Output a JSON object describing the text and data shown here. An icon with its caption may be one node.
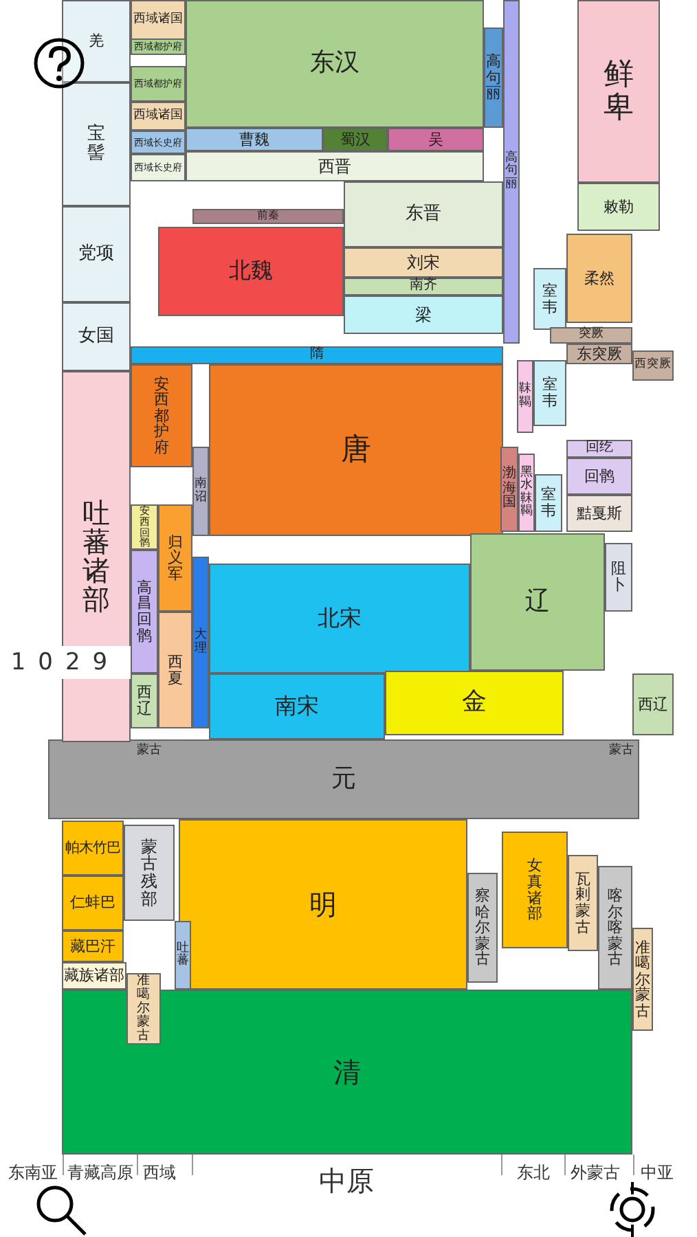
{
  "diagram": {
    "nodes": [
      {
        "text": [
          "羌"
        ]
      },
      {
        "text": [
          "宝髻"
        ]
      },
      {
        "text": [
          "党项"
        ]
      },
      {
        "text": [
          "女国"
        ]
      },
      {
        "text": [
          "西域诸国"
        ]
      },
      {
        "text": [
          "西域都护府"
        ]
      },
      {
        "text": [
          "西域都护府"
        ]
      },
      {
        "text": [
          "西域诸国"
        ]
      },
      {
        "text": [
          "西域长史府"
        ]
      },
      {
        "text": [
          "西域长史府"
        ]
      },
      {
        "text": [
          "东汉"
        ]
      },
      {
        "text": [
          "高句丽"
        ]
      },
      {
        "text": [
          "曹魏"
        ]
      },
      {
        "text": [
          "蜀汉"
        ]
      },
      {
        "text": [
          "吴"
        ]
      },
      {
        "text": [
          "西晋"
        ]
      },
      {
        "text": [
          "高句丽"
        ]
      },
      {
        "text": [
          "东晋"
        ]
      },
      {
        "text": [
          "刘宋"
        ]
      },
      {
        "text": [
          "南齐"
        ]
      },
      {
        "text": [
          "梁"
        ]
      },
      {
        "text": [
          "北魏"
        ]
      },
      {
        "text": [
          "前秦"
        ]
      },
      {
        "text": [
          "隋"
        ]
      },
      {
        "text": [
          "鲜卑"
        ]
      },
      {
        "text": [
          "敕勒"
        ]
      },
      {
        "text": [
          "柔然"
        ]
      },
      {
        "text": [
          "唐"
        ]
      },
      {
        "text": [
          "安西都护府"
        ]
      },
      {
        "text": [
          "室韦"
        ]
      },
      {
        "text": [
          "突厥"
        ]
      },
      {
        "text": [
          "东突厥"
        ]
      },
      {
        "text": [
          "西突厥"
        ]
      },
      {
        "text": [
          "靺鞨"
        ]
      },
      {
        "text": [
          "室韦"
        ]
      },
      {
        "text": [
          "回纥"
        ]
      },
      {
        "text": [
          "回鹘"
        ]
      },
      {
        "text": [
          "黠戛斯"
        ]
      },
      {
        "text": [
          "渤海国"
        ]
      },
      {
        "text": [
          "黑水靺鞨"
        ]
      },
      {
        "text": [
          "室韦"
        ]
      },
      {
        "text": [
          "吐蕃诸部"
        ]
      },
      {
        "text": [
          "南诏"
        ]
      },
      {
        "text": [
          "安西回鹘"
        ]
      },
      {
        "text": [
          "归义军"
        ]
      },
      {
        "text": [
          "高昌回鹘"
        ]
      },
      {
        "text": [
          "西夏"
        ]
      },
      {
        "text": [
          "大理"
        ]
      },
      {
        "text": [
          "北宋"
        ]
      },
      {
        "text": [
          "辽"
        ]
      },
      {
        "text": [
          "阻卜"
        ]
      },
      {
        "text": [
          "南宋"
        ]
      },
      {
        "text": [
          "金"
        ]
      },
      {
        "text": [
          "西辽"
        ]
      },
      {
        "text": [
          "西辽"
        ]
      },
      {
        "text": [
          "元"
        ]
      },
      {
        "text": [
          "蒙古"
        ],
        "in": 55
      },
      {
        "text": [
          "蒙古"
        ],
        "in": 55
      },
      {
        "text": [
          "明"
        ]
      },
      {
        "text": [
          "帕木竹巴"
        ]
      },
      {
        "text": [
          "仁蚌巴"
        ]
      },
      {
        "text": [
          "藏巴汗"
        ]
      },
      {
        "text": [
          "藏族诸部"
        ]
      },
      {
        "text": [
          "蒙古残部"
        ]
      },
      {
        "text": [
          "吐蕃"
        ]
      },
      {
        "text": [
          "准噶尔蒙古"
        ]
      },
      {
        "text": [
          "女真诸部"
        ]
      },
      {
        "text": [
          "察哈尔蒙古"
        ]
      },
      {
        "text": [
          "瓦剌蒙古"
        ]
      },
      {
        "text": [
          "喀尔喀蒙古"
        ]
      },
      {
        "text": [
          "准噶尔蒙古"
        ]
      },
      {
        "text": [
          "清"
        ]
      }
    ],
    "labels": [
      "1029",
      "东南亚",
      "青藏高原",
      "西域",
      "中原",
      "东北",
      "外蒙古",
      "中亚"
    ]
  }
}
